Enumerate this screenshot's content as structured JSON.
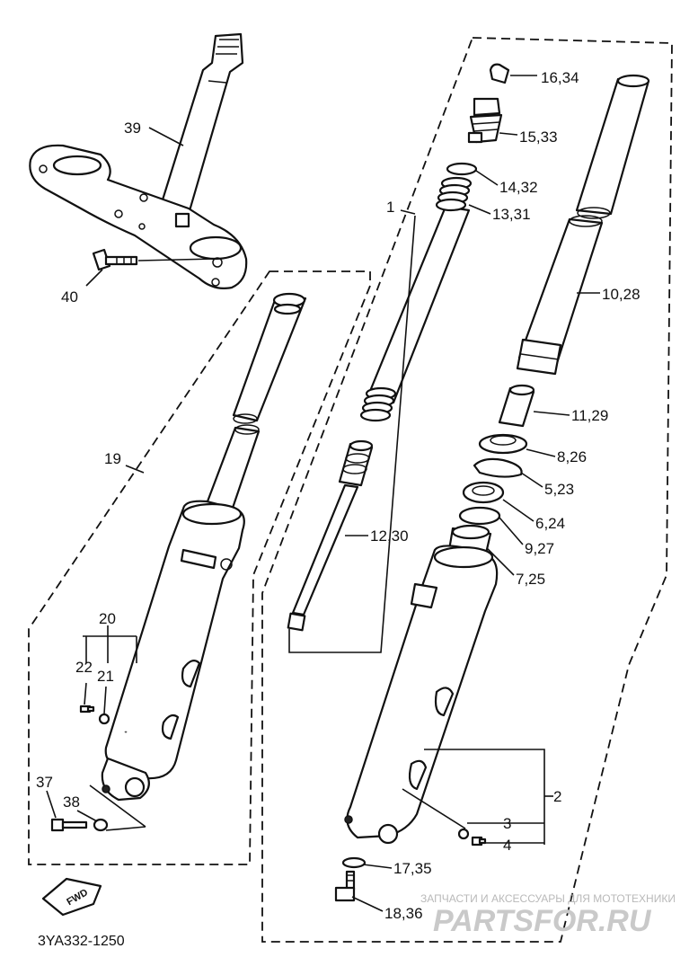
{
  "labels": {
    "p39": "39",
    "p40": "40",
    "p1": "1",
    "p16_34": "16,34",
    "p15_33": "15,33",
    "p14_32": "14,32",
    "p13_31": "13,31",
    "p10_28": "10,28",
    "p11_29": "11,29",
    "p8_26": "8,26",
    "p5_23": "5,23",
    "p6_24": "6,24",
    "p9_27": "9,27",
    "p7_25": "7,25",
    "p12_30": "12,30",
    "p19": "19",
    "p20": "20",
    "p21": "21",
    "p22": "22",
    "p37": "37",
    "p38": "38",
    "p2": "2",
    "p3": "3",
    "p4": "4",
    "p17_35": "17,35",
    "p18_36": "18,36"
  },
  "fwd_badge": "FWD",
  "diagram_code": "3YA332-1250",
  "watermark": {
    "tagline": "ЗАПЧАСТИ И АКСЕССУАРЫ ДЛЯ МОТОТЕХНИКИ",
    "brand": "PARTSFOR.RU"
  }
}
